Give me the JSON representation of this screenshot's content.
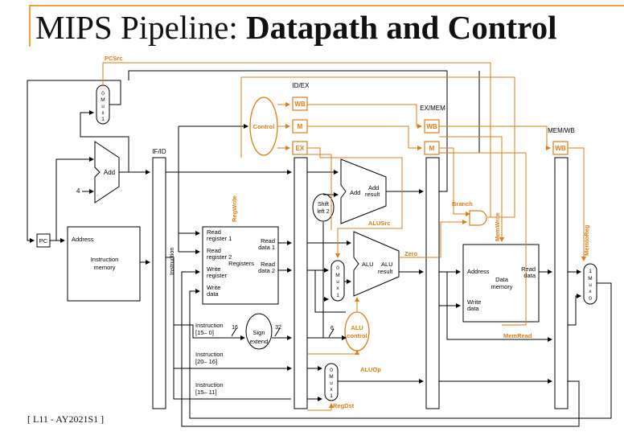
{
  "title": {
    "plain": "MIPS Pipeline: ",
    "bold": "Datapath and Control"
  },
  "footer": "[ L11 - AY2021S1 ]",
  "colors": {
    "control": "#e07b12",
    "accent_bar": "#f0a03a",
    "datapath": "#000000"
  },
  "registers": {
    "if_id": "IF/ID",
    "id_ex": "ID/EX",
    "ex_mem": "EX/MEM",
    "mem_wb": "MEM/WB"
  },
  "fields": {
    "wb": "WB",
    "m": "M",
    "ex": "EX"
  },
  "control_labels": {
    "pcsrc": "PCSrc",
    "control": "Control",
    "regwrite": "RegWrite",
    "branch": "Branch",
    "memwrite": "MemWrite",
    "memtoreg": "MemtoReg",
    "alusrc": "ALUSrc",
    "zero": "Zero",
    "alu_control_1": "ALU",
    "alu_control_2": "control",
    "aluop": "ALUOp",
    "memread": "MemRead",
    "regdst": "RegDst"
  },
  "pc": "PC",
  "pc_adder": {
    "label": "Add",
    "input": "4"
  },
  "instruction_memory": {
    "address": "Address",
    "name_1": "Instruction",
    "name_2": "memory"
  },
  "instruction_vertical": "Instruction",
  "registers_file": {
    "read_register_1a": "Read",
    "read_register_1b": "register 1",
    "read_register_2a": "Read",
    "read_register_2b": "register 2",
    "write_register_a": "Write",
    "write_register_b": "register",
    "write_data_a": "Write",
    "write_data_b": "data",
    "name": "Registers",
    "read_data_1a": "Read",
    "read_data_1b": "data 1",
    "read_data_2a": "Read",
    "read_data_2b": "data 2"
  },
  "shift_left": {
    "line1": "Shift",
    "line2": "left 2"
  },
  "branch_adder": {
    "left": "Add",
    "r1": "Add",
    "r2": "result"
  },
  "alu": {
    "name": "ALU",
    "r1": "ALU",
    "r2": "result"
  },
  "sign_extend": {
    "line1": "Sign",
    "line2": "extend",
    "in_bits": "16",
    "out_bits": "32",
    "ctrl_bits": "6"
  },
  "instr_fields": {
    "f1a": "Instruction",
    "f1b": "[15– 0]",
    "f2a": "Instruction",
    "f2b": "[20– 16]",
    "f3a": "Instruction",
    "f3b": "[15– 11]"
  },
  "mux_letters": {
    "zero": "0",
    "one": "1",
    "M": "M",
    "u": "u",
    "x": "x"
  },
  "data_memory": {
    "address": "Address",
    "read_data_a": "Read",
    "read_data_b": "data",
    "name_1": "Data",
    "name_2": "memory",
    "write_data_a": "Write",
    "write_data_b": "data"
  }
}
